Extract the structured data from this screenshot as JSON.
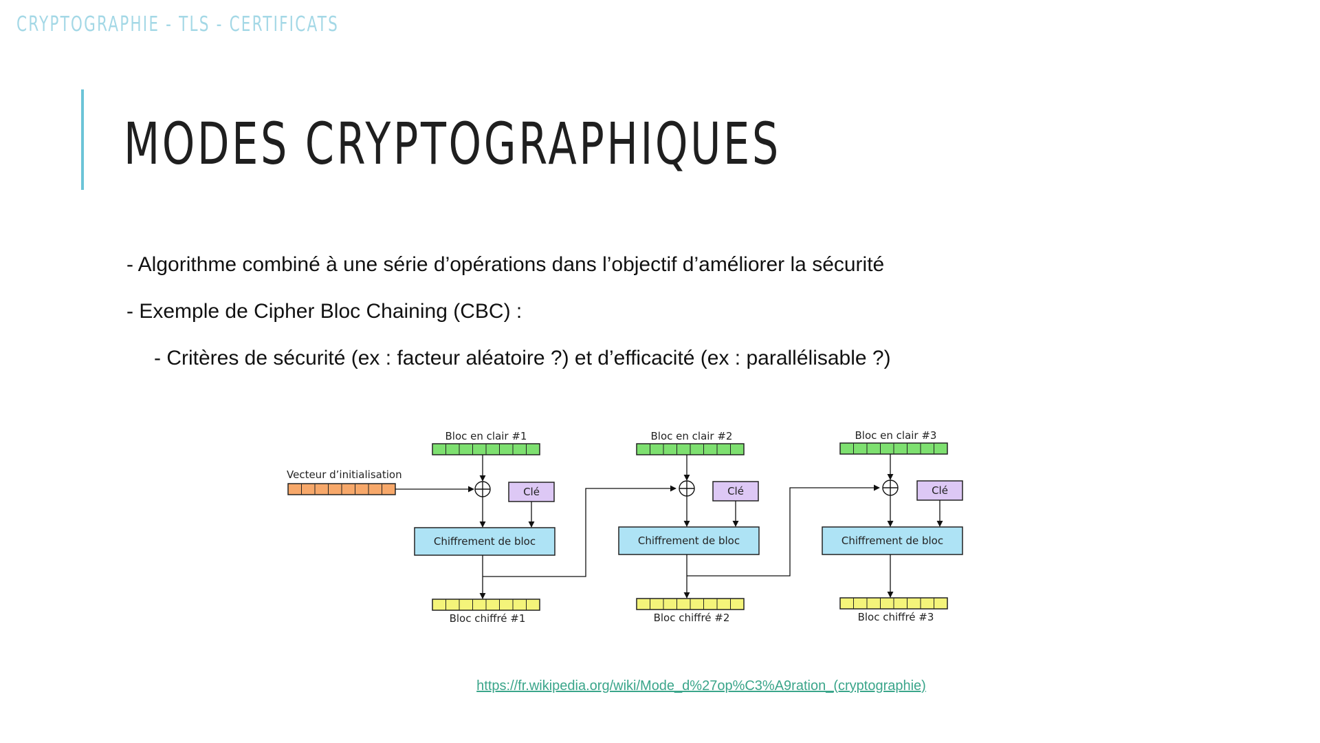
{
  "header": {
    "text": "CRYPTOGRAPHIE - TLS - CERTIFICATS"
  },
  "title": "MODES CRYPTOGRAPHIQUES",
  "bullets": [
    "- Algorithme combiné à une série d’opérations dans l’objectif d’améliorer la sécurité",
    "- Exemple de Cipher Bloc Chaining (CBC) :",
    "- Critères de sécurité (ex : facteur aléatoire ?) et d’efficacité (ex : parallélisable ?)"
  ],
  "diagram": {
    "iv_label": "Vecteur d’initialisation",
    "key_label": "Clé",
    "encrypt_label": "Chiffrement de bloc",
    "stages": [
      {
        "plain": "Bloc en clair #1",
        "cipher": "Bloc chiffré #1"
      },
      {
        "plain": "Bloc en clair #2",
        "cipher": "Bloc chiffré #2"
      },
      {
        "plain": "Bloc en clair #3",
        "cipher": "Bloc chiffré #3"
      }
    ],
    "colors": {
      "plain": "#7ee070",
      "cipher": "#f4f47a",
      "iv": "#f7a86a",
      "key": "#ddc8f5",
      "encrypt": "#aee3f5"
    }
  },
  "link": "https://fr.wikipedia.org/wiki/Mode_d%27op%C3%A9ration_(cryptographie)"
}
